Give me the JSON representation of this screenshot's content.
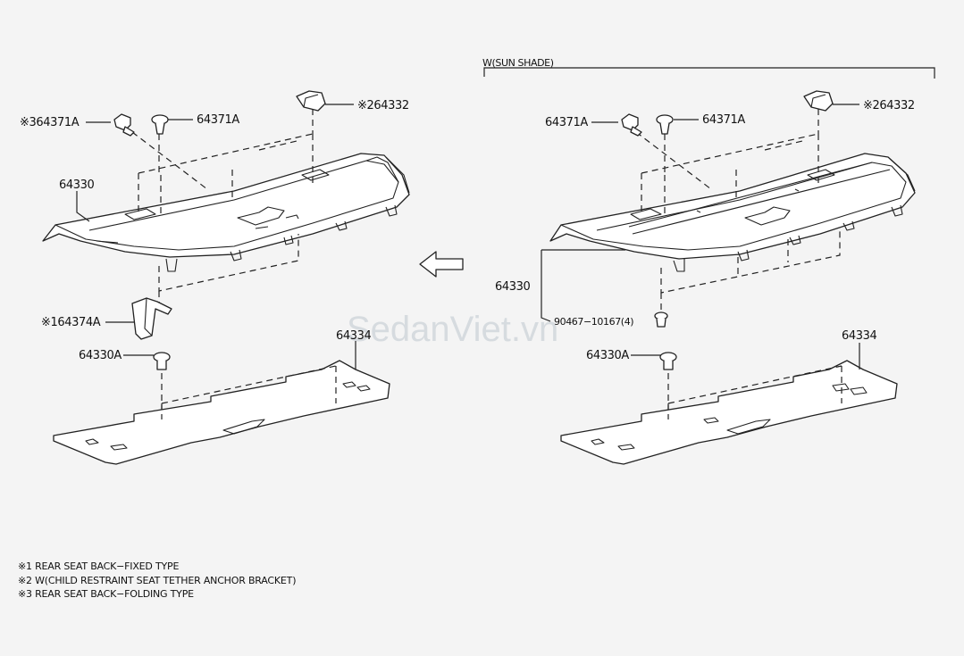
{
  "watermark": "SedanViet.vn",
  "group_label": "W(SUN SHADE)",
  "arrow_icon": "left-arrow-icon",
  "left_assembly": {
    "label_64371A_note": "※364371A",
    "label_64371A": "64371A",
    "label_64332": "※264332",
    "label_64330": "64330",
    "label_64374A": "※164374A",
    "label_64330A": "64330A",
    "label_64334": "64334"
  },
  "right_assembly": {
    "label_64371A_a": "64371A",
    "label_64371A_b": "64371A",
    "label_64332": "※264332",
    "label_64330": "64330",
    "label_bolt": "90467−10167(4)",
    "label_64330A": "64330A",
    "label_64334": "64334"
  },
  "notes": [
    "※1 REAR SEAT BACK−FIXED TYPE",
    "※2 W(CHILD RESTRAINT SEAT TETHER ANCHOR BRACKET)",
    "※3 REAR SEAT BACK−FOLDING TYPE"
  ]
}
